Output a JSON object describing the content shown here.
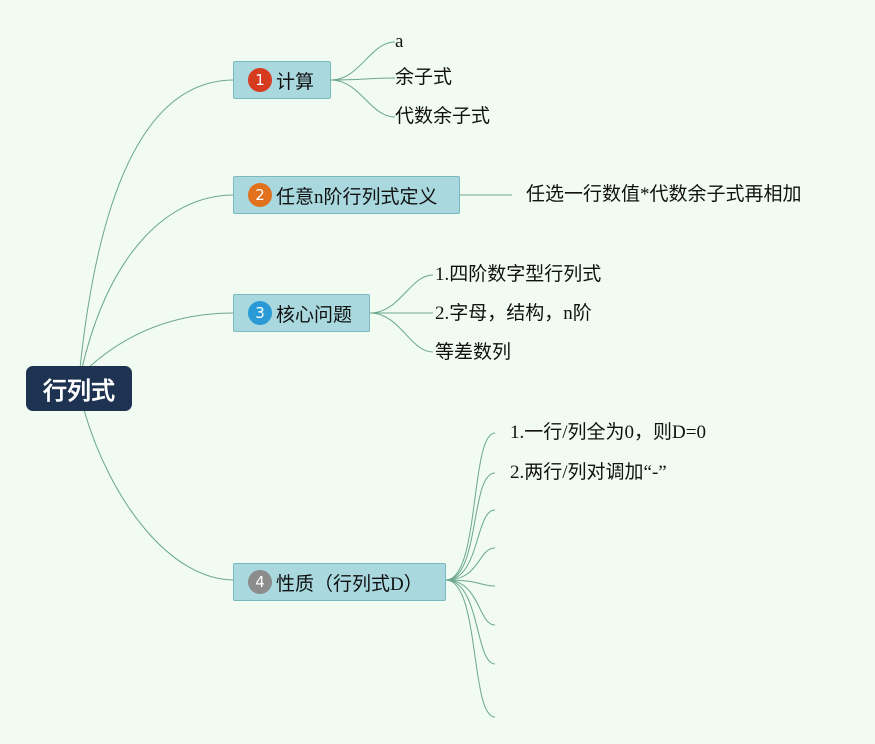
{
  "root": {
    "label": "行列式"
  },
  "branches": [
    {
      "badge": "1",
      "badge_color": "#d63a1f",
      "label": "计算",
      "children": [
        "a",
        "余子式",
        "代数余子式"
      ]
    },
    {
      "badge": "2",
      "badge_color": "#e2711d",
      "label": "任意n阶行列式定义",
      "children": [
        "任选一行数值*代数余子式再相加"
      ]
    },
    {
      "badge": "3",
      "badge_color": "#2a9ad6",
      "label": "核心问题",
      "children": [
        "1.四阶数字型行列式",
        "2.字母，结构，n阶",
        "等差数列"
      ]
    },
    {
      "badge": "4",
      "badge_color": "#8c8c8c",
      "label": "性质（行列式D）",
      "children": [
        "1.一行/列全为0，则D=0",
        "2.两行/列对调加“-”",
        "",
        "",
        "",
        "",
        "",
        ""
      ]
    }
  ],
  "colors": {
    "background": "#f1fbf1",
    "root": "#1e3352",
    "branch": "#a9d9de",
    "line": "#6aa88a"
  }
}
